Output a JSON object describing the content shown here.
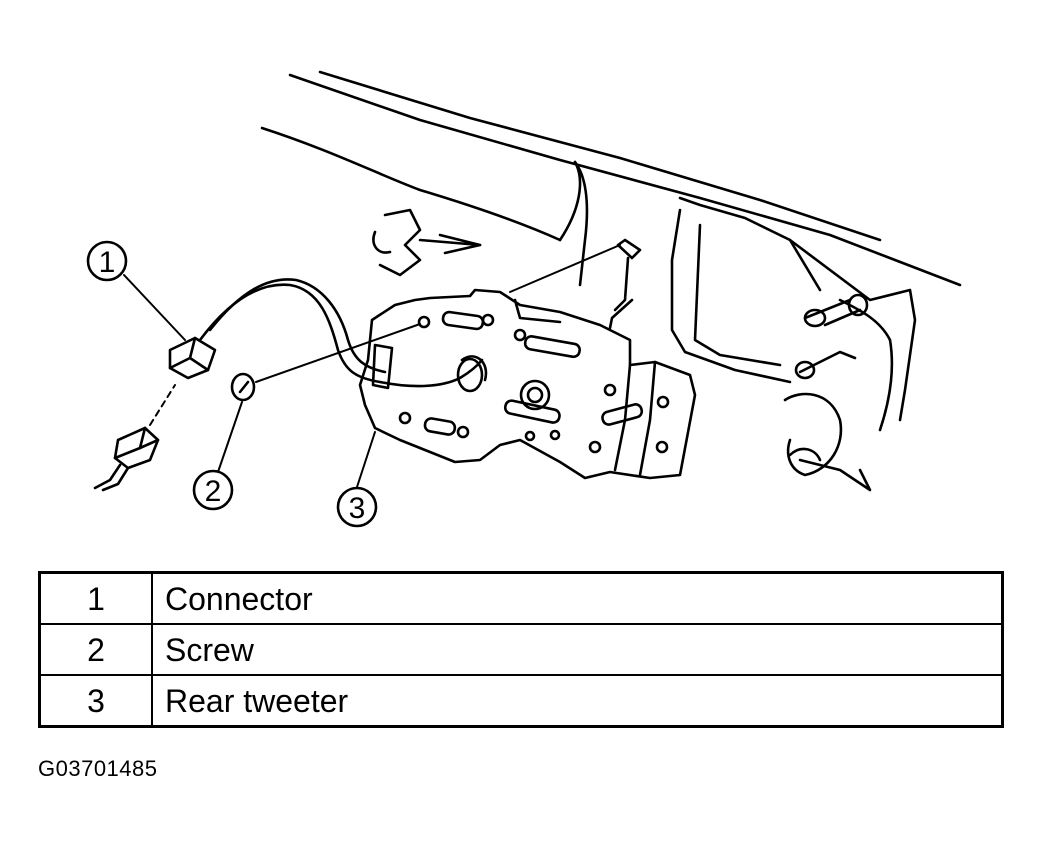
{
  "callouts": [
    "1",
    "2",
    "3"
  ],
  "legend": [
    {
      "number": "1",
      "label": "Connector"
    },
    {
      "number": "2",
      "label": "Screw"
    },
    {
      "number": "3",
      "label": "Rear tweeter"
    }
  ],
  "figure_code": "G03701485"
}
